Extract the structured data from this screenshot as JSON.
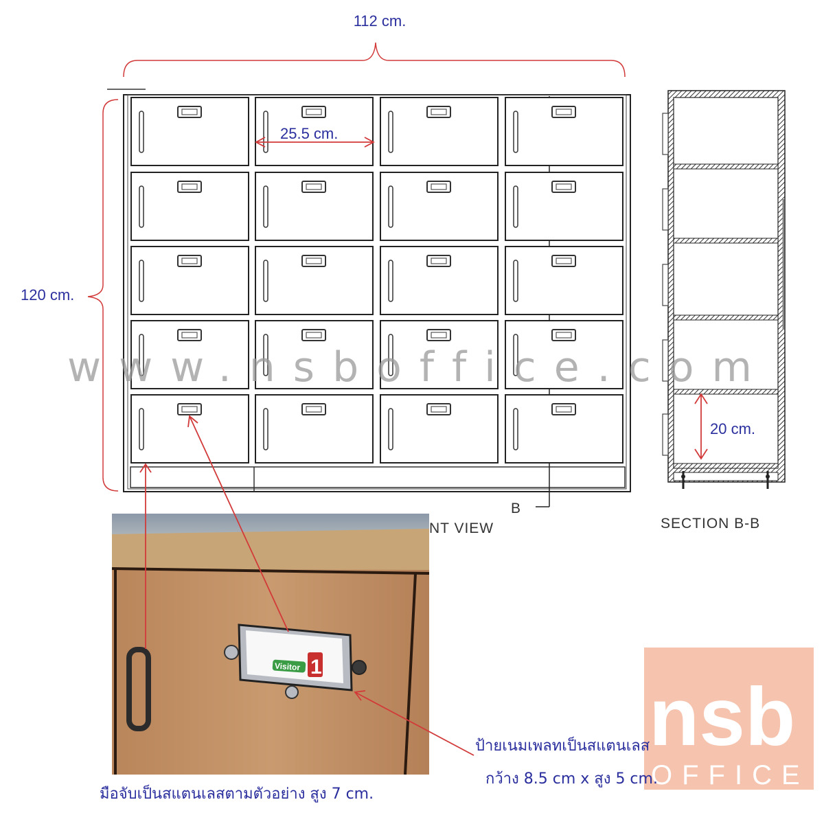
{
  "dimensions": {
    "total_width": "112 cm.",
    "total_height": "120 cm.",
    "door_width": "25.5 cm.",
    "shelf_height": "20 cm."
  },
  "labels": {
    "front_view": "NT VIEW",
    "section_marker": "B",
    "section_title": "SECTION  B-B"
  },
  "locker_grid": {
    "columns": 4,
    "rows": 5
  },
  "photo": {
    "name_card_text": "Visitor",
    "name_card_number": "1"
  },
  "notes": {
    "handle": "มือจับเป็นสแตนเลสตามตัวอย่าง สูง 7 cm.",
    "nameplate_line1": "ป้ายเนมเพลทเป็นสแตนเลส",
    "nameplate_line2": "กว้าง 8.5 cm x สูง 5 cm."
  },
  "watermark": "www.nsboffice.com",
  "logo": {
    "main": "nsb",
    "sub": "OFFICE",
    "color": "#f6c3ae"
  },
  "colors": {
    "dimension_text": "#2b2f9e",
    "arrow": "#d23a3a",
    "line": "#222222"
  }
}
